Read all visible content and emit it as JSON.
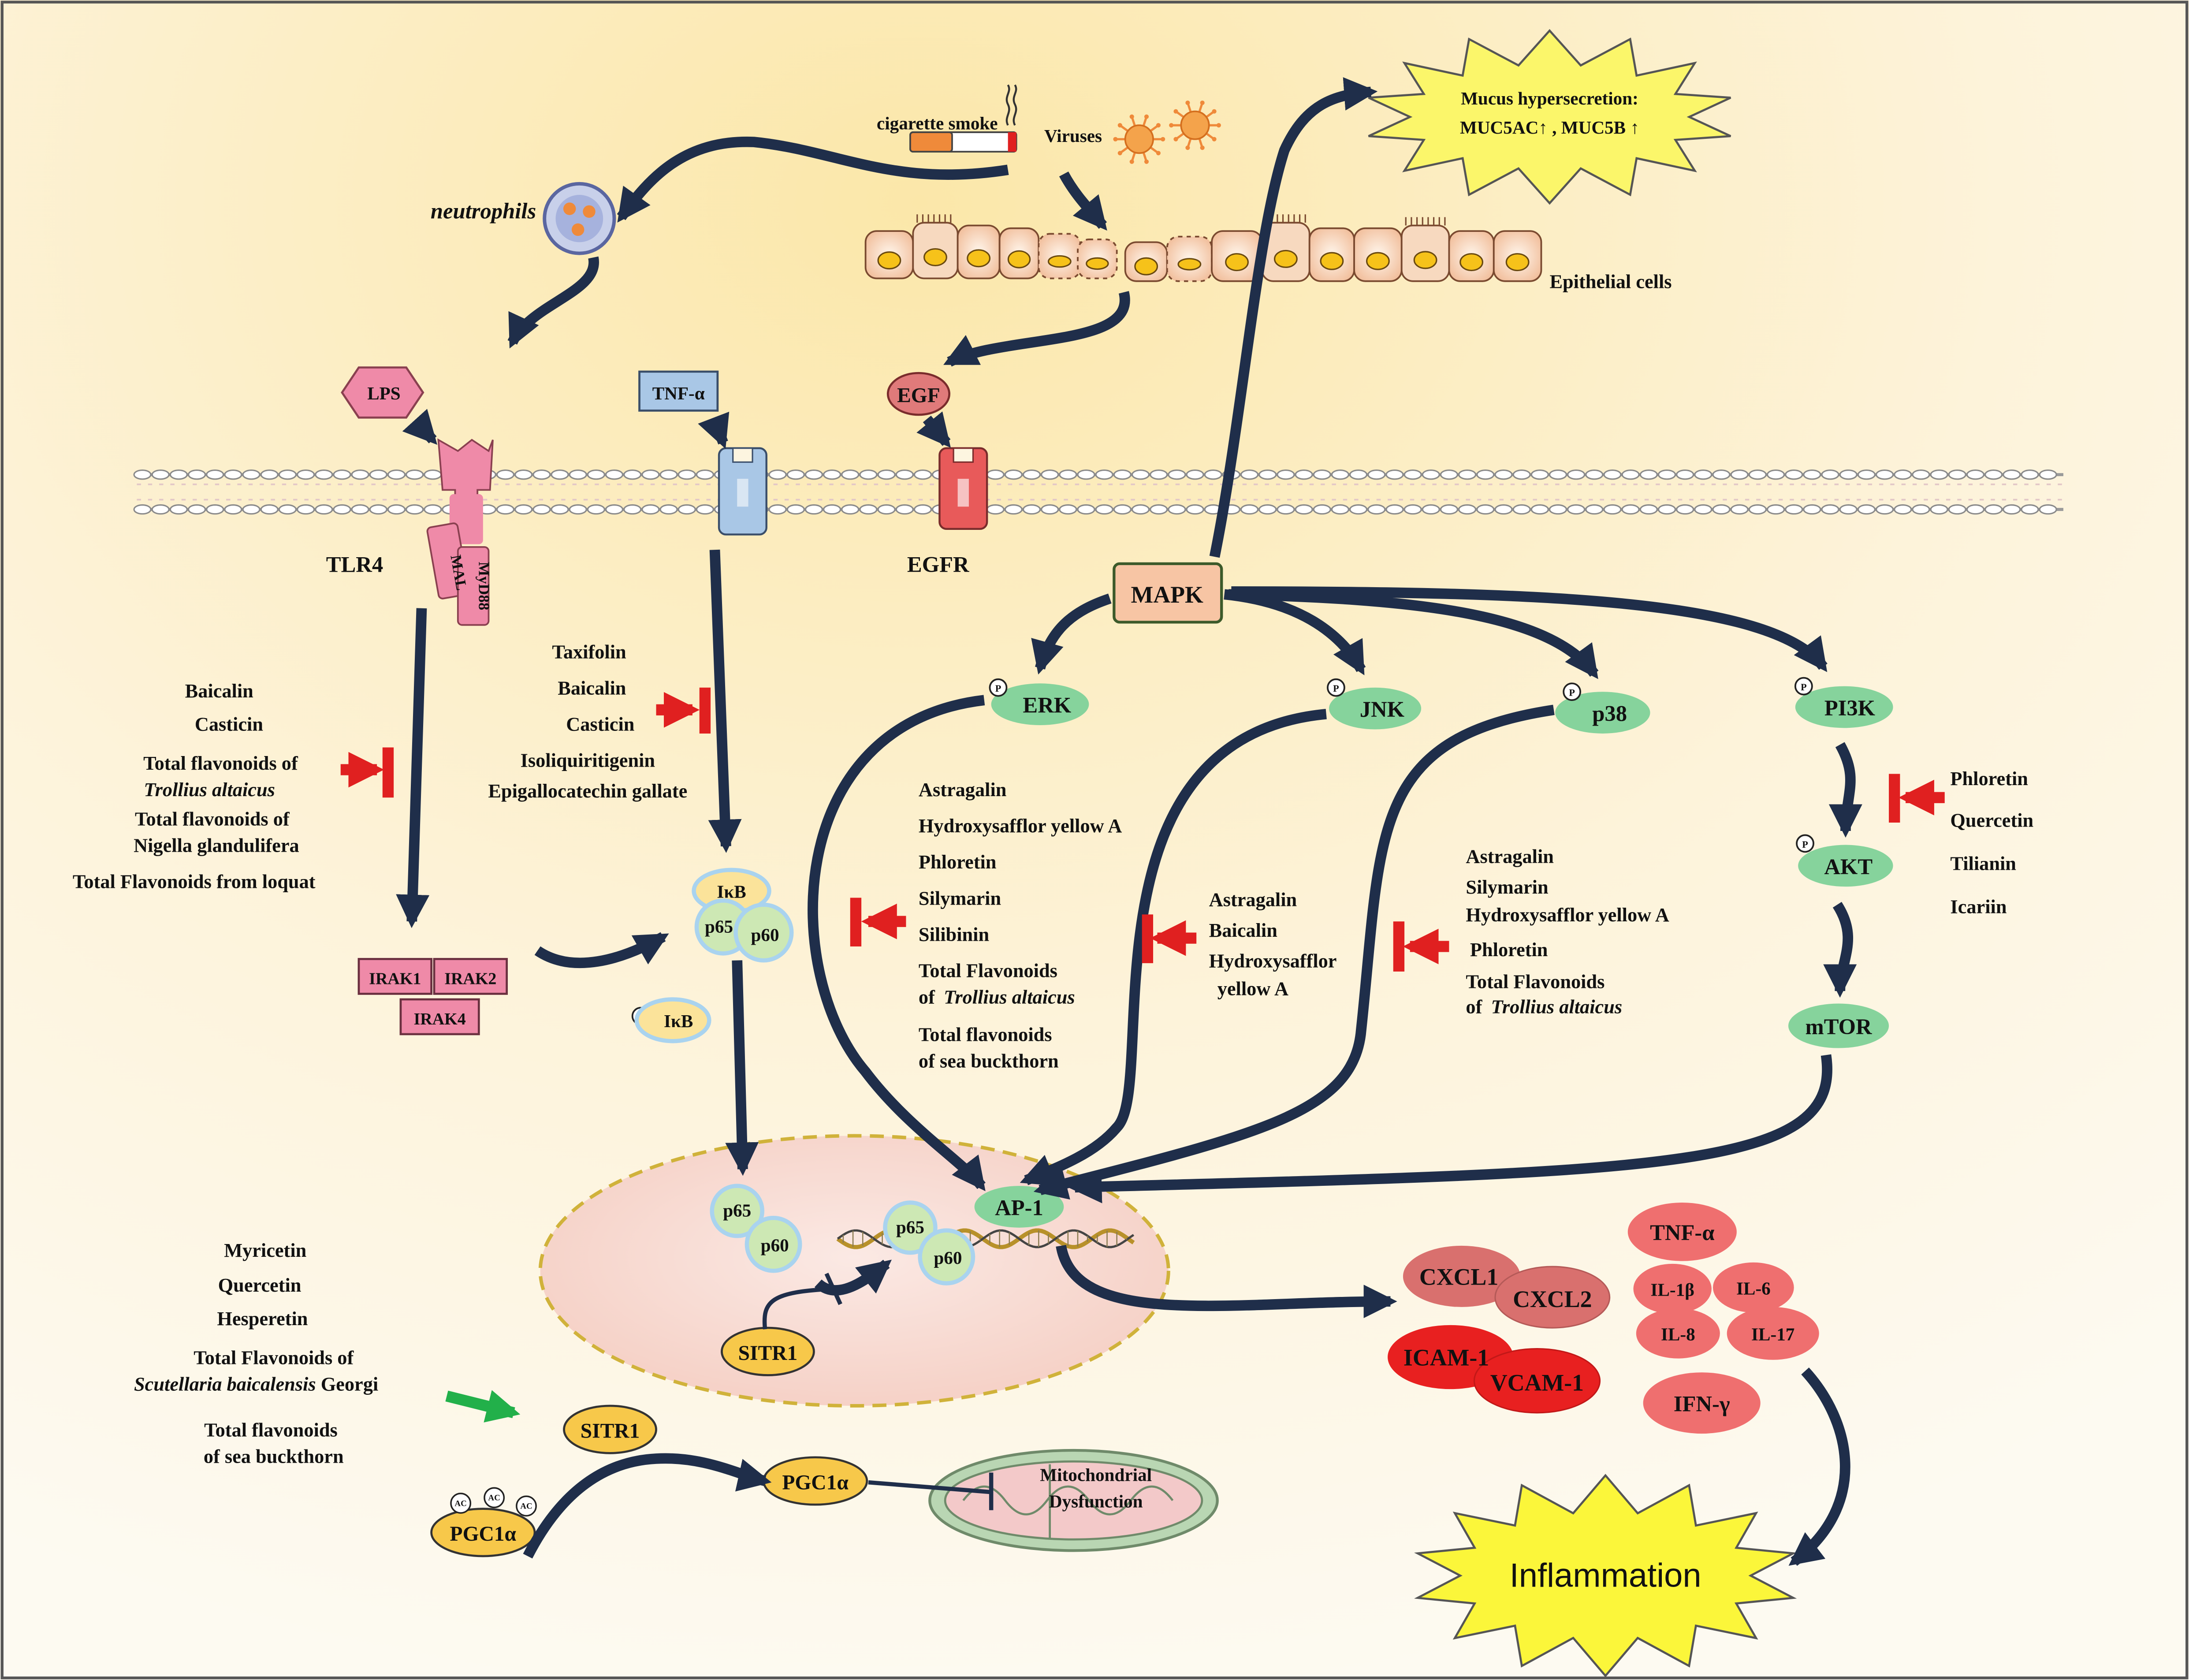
{
  "colors": {
    "arrow": "#1f2e4a",
    "inhibit": "#e02020",
    "activate": "#22b04a",
    "kinase_green": "#86d39c",
    "nfkb": "#cde8b4",
    "ikb": "#fbe39a",
    "sirt": "#f7c84a",
    "cytokine_light": "#ef6f6f",
    "cytokine_dark": "#e82020",
    "cytokine_mid": "#d9706e",
    "tlr_pink": "#ef8aa8",
    "tnfr_blue": "#a9c7e6",
    "egfr_red": "#e85a5a",
    "mapk": "#f7c5a4"
  },
  "stimuli": {
    "cigarette": "cigarette  smoke",
    "viruses": "Viruses",
    "mucus": "Mucus hypersecretion:",
    "muc": "MUC5AC↑ , MUC5B ↑",
    "neutrophils": "neutrophils",
    "epithelial": "Epithelial cells"
  },
  "receptors": {
    "lps": "LPS",
    "tnfa": "TNF-α",
    "egf": "EGF",
    "tlr4": "TLR4",
    "egfr": "EGFR",
    "mal": "MAL",
    "myd88": "MyD88"
  },
  "kinases": {
    "mapk": "MAPK",
    "erk": "ERK",
    "jnk": "JNK",
    "p38": "p38",
    "pi3k": "PI3K",
    "akt": "AKT",
    "mtor": "mTOR",
    "p_mark": "P"
  },
  "nfkb": {
    "ikb": "IκB",
    "p65": "p65",
    "p60": "p60",
    "irak1": "IRAK1",
    "irak2": "IRAK2",
    "irak4": "IRAK4"
  },
  "nucleus": {
    "ap1": "AP-1",
    "sitr1": "SITR1",
    "pgc1a": "PGC1α",
    "ac": "AC",
    "mito_line1": "Mitochondrial",
    "mito_line2": "Dysfunction"
  },
  "cytokines": {
    "tnfa": "TNF-α",
    "il1b": "IL-1β",
    "il6": "IL-6",
    "il8": "IL-8",
    "il17": "IL-17",
    "ifng": "IFN-γ",
    "cxcl1": "CXCL1",
    "cxcl2": "CXCL2",
    "icam1": "ICAM-1",
    "vcam1": "VCAM-1",
    "inflammation": "Inflammation"
  },
  "inhibitors": {
    "tlr4_group": {
      "l1": "Baicalin",
      "l2": "Casticin",
      "l3a": "Total flavonoids of",
      "l3b": "Trollius altaicus",
      "l4a": "Total flavonoids of",
      "l4b": "Nigella glandulifera",
      "l5": "Total Flavonoids from loquat"
    },
    "tnf_group": {
      "l1": "Taxifolin",
      "l2": "Baicalin",
      "l3": "Casticin",
      "l4": "Isoliquiritigenin",
      "l5": "Epigallocatechin gallate"
    },
    "erk_group": {
      "l1": "Astragalin",
      "l2": "Hydroxysafflor yellow A",
      "l3": "Phloretin",
      "l4": "Silymarin",
      "l5": "Silibinin",
      "l6a": "Total Flavonoids",
      "l6b_prefix": "of",
      "l6b_italic": "Trollius altaicus",
      "l7a": "Total flavonoids",
      "l7b": "of sea buckthorn"
    },
    "jnk_group": {
      "l1": "Astragalin",
      "l2": "Baicalin",
      "l3": "Hydroxysafflor",
      "l4": "yellow A"
    },
    "p38_group": {
      "l1": "Astragalin",
      "l2": "Silymarin",
      "l3": "Hydroxysafflor yellow A",
      "l4": "Phloretin",
      "l5": "Total Flavonoids",
      "l6_prefix": "of",
      "l6_italic": "Trollius altaicus"
    },
    "pi3k_group": {
      "l1": "Phloretin",
      "l2": "Quercetin",
      "l3": "Tilianin",
      "l4": "Icariin"
    }
  },
  "activators": {
    "l1": "Myricetin",
    "l2": "Quercetin",
    "l3": "Hesperetin",
    "l4": "Total Flavonoids of",
    "l5_italic": "Scutellaria baicalensis",
    "l5_rest": " Georgi",
    "l6": "Total flavonoids",
    "l7": "of sea buckthorn"
  }
}
